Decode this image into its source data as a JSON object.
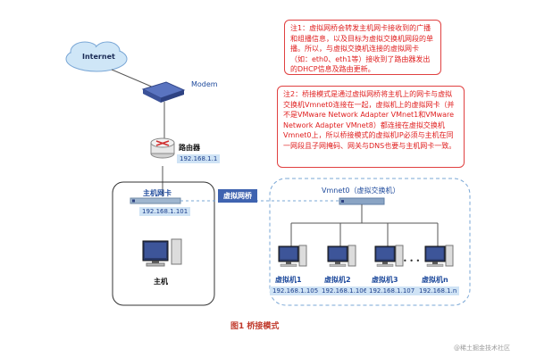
{
  "notes": {
    "note1": "注1：虚拟网桥会转发主机网卡接收到的广播和组播信息，以及目标为虚拟交换机网段的单播。所以，与虚拟交换机连接的虚拟网卡（如：eth0、eth1等）接收到了路由器发出的DHCP信息及路由更新。",
    "note2": "注2：桥接模式是通过虚拟网桥将主机上的网卡与虚拟交换机Vmnet0连接在一起，虚拟机上的虚拟网卡（并不是VMware Network Adapter VMnet1和VMware Network Adapter VMnet8）都连接在虚拟交换机Vmnet0上，所以桥接模式的虚拟机IP必须与主机在同一网段且子网掩码、网关与DNS也要与主机网卡一致。"
  },
  "devices": {
    "internet": "Internet",
    "modem": "Modem",
    "router": "路由器",
    "router_ip": "192.168.1.1",
    "host_nic": "主机网卡",
    "host_nic_ip": "192.168.1.101",
    "host": "主机",
    "bridge": "虚拟网桥",
    "vswitch": "Vmnet0（虚拟交换机）",
    "ellipsis": "• • •"
  },
  "vms": [
    {
      "name": "虚拟机1",
      "ip": "192.168.1.105"
    },
    {
      "name": "虚拟机2",
      "ip": "192.168.1.106"
    },
    {
      "name": "虚拟机3",
      "ip": "192.168.1.107"
    },
    {
      "name": "虚拟机n",
      "ip": "192.168.1.n"
    }
  ],
  "caption": "图1  桥接模式",
  "watermark": "@稀土掘金技术社区",
  "colors": {
    "note_border": "#e04040",
    "note_text": "#e02020",
    "ip_bg": "#cfe3f5",
    "ip_text": "#1c3f8c",
    "bridge_bg": "#3f63b0",
    "dashed_line": "#7aa7d6",
    "caption": "#c0392b"
  }
}
